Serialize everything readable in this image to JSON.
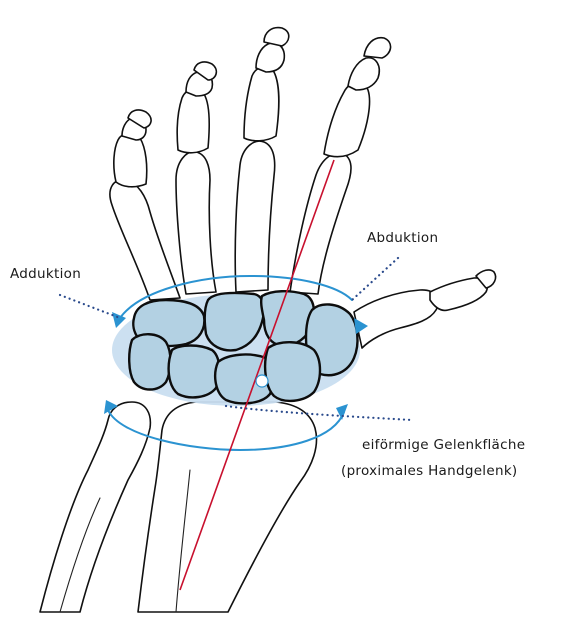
{
  "labels": {
    "adduction": "Adduktion",
    "abduction": "Abduktion",
    "surface_line1": "eiförmige Gelenkfläche",
    "surface_line2": "(proximales Handgelenk)"
  },
  "colors": {
    "ellipse_fill": "#c9def0",
    "carpal_fill": "#b3d1e3",
    "arc": "#2b93d1",
    "axis": "#c8102e",
    "dotted": "#2a4a8c"
  }
}
